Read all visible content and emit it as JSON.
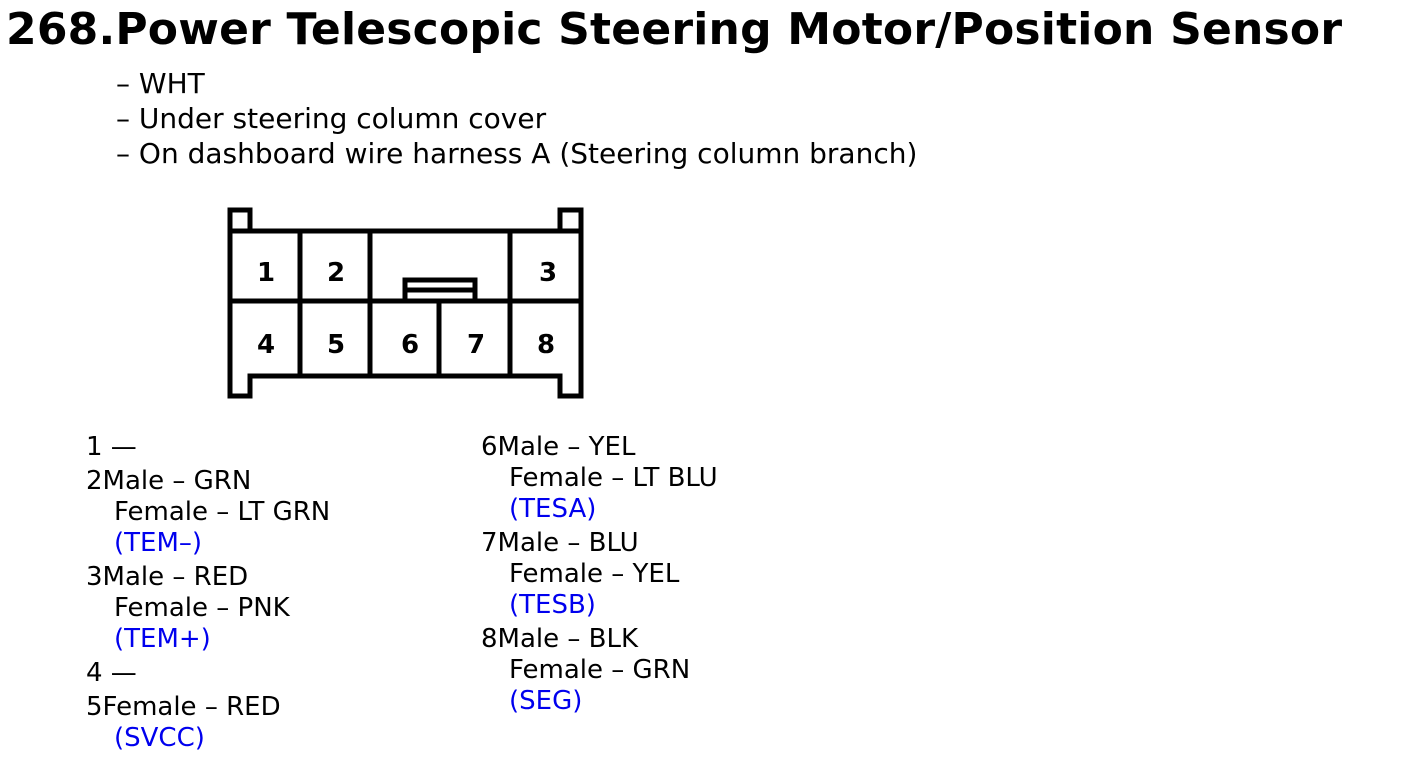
{
  "title": "268.Power Telescopic Steering Motor/Position Sensor",
  "notes": [
    "– WHT",
    "– Under steering column cover",
    "– On dashboard wire harness A (Steering column branch)"
  ],
  "connector": {
    "pin_numbers": [
      "1",
      "2",
      "3",
      "4",
      "5",
      "6",
      "7",
      "8"
    ]
  },
  "pins_left": [
    {
      "lines": [
        "1 —"
      ]
    },
    {
      "lines": [
        "2Male – GRN",
        "Female – LT GRN"
      ],
      "signal": "(TEM–)"
    },
    {
      "lines": [
        "3Male – RED",
        "Female – PNK"
      ],
      "signal": "(TEM+)"
    },
    {
      "lines": [
        "4 —"
      ]
    },
    {
      "lines": [
        "5Female – RED"
      ],
      "signal": "(SVCC)"
    }
  ],
  "pins_right": [
    {
      "lines": [
        "6Male – YEL",
        "Female – LT BLU"
      ],
      "signal": "(TESA)"
    },
    {
      "lines": [
        "7Male – BLU",
        "Female – YEL"
      ],
      "signal": "(TESB)"
    },
    {
      "lines": [
        "8Male – BLK",
        "Female – GRN"
      ],
      "signal": "(SEG)"
    }
  ],
  "colors": {
    "text": "#000000",
    "signal": "#0000ee",
    "background": "#ffffff"
  }
}
